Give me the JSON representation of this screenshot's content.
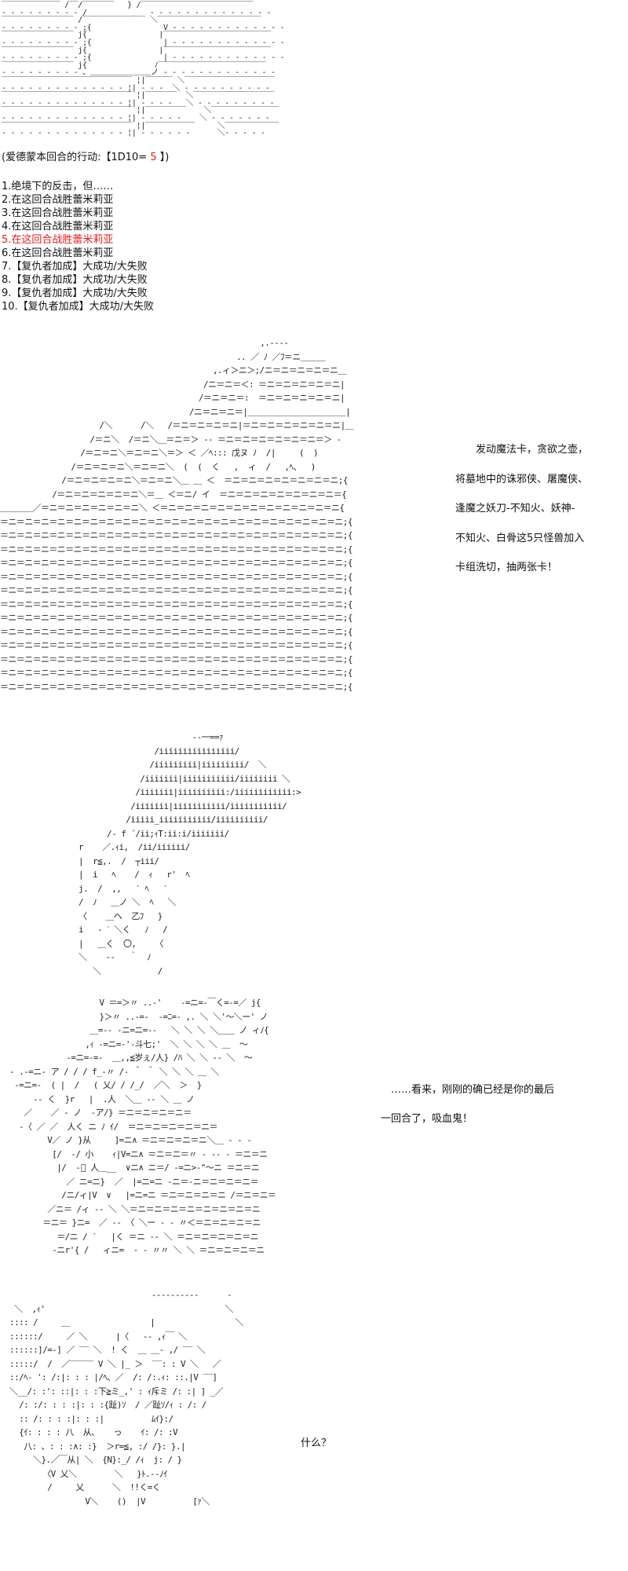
{
  "roll": {
    "title_prefix": "(爱德蒙本回合的行动:【1D10= ",
    "title_value": "5",
    "title_suffix": " 】)",
    "accent_color": "#e02020",
    "options": [
      "1.绝境下的反击，但……",
      "2.在这回合战胜蕾米莉亚",
      "3.在这回合战胜蕾米莉亚",
      "4.在这回合战胜蕾米莉亚",
      "5.在这回合战胜蕾米莉亚",
      "6.在这回合战胜蕾米莉亚",
      "7.【复仇者加成】大成功/大失败",
      "8.【复仇者加成】大成功/大失败",
      "9.【复仇者加成】大成功/大失败",
      "10.【复仇者加成】大成功/大失败"
    ],
    "highlighted_index": 4
  },
  "narration_1": [
    "　　发动魔法卡，贪欲之壶，",
    "将墓地中的诛邪侠、屠魔侠、",
    "逢魔之妖刀-不知火、妖神-",
    "不知火、白骨这5只怪兽加入",
    "卡组洗切，抽两张卡！"
  ],
  "narration_2": [
    "　……看来，刚刚的确已经是你的最后",
    "一回合了，吸血鬼！"
  ],
  "narration_3": "什么？",
  "art": {
    "scene_1": [
      "‾‾‾‾‾‾‾‾‾‾‾‾‾ /‾‾/‾‾‾‾‾‾‾   } /‾‾‾‾‾‾‾‾‾‾‾‾‾‾‾‾‾‾‾‾‾‾‾‾‾",
      "‐ ‐ ‐ ‐ ‐ ‐ ‐ ‐ ‐ /              ‐ ‐ ‐ ‐ ‐ ‐ ‐ ‐ ‐ ‐ ‐ ‐ ‐ ‐",
      "‾‾‾‾‾‾‾‾‾‾‾‾‾‾‾‾ /‾‾‾‾‾‾‾‾‾‾‾‾‾‾ ＼‾‾‾‾‾‾‾‾‾‾‾‾‾‾‾‾‾‾‾‾‾‾‾",
      "‐ ‐ ‐ ‐ ‐ ‐ ‐ ‐ ‐ ;{                V ‐ ‐ ‐ ‐ ‐ ‐ ‐ ‐ ‐ ‐ ‐ ‐ ‐",
      "‾‾‾‾‾‾‾‾‾‾‾‾‾‾‾‾ j{                |‾‾‾‾‾‾‾‾‾‾‾‾‾‾‾‾‾‾‾‾‾‾‾‾",
      "‐ ‐ ‐ ‐ ‐ ‐ ‐ ‐ ‐ ;{                | ‐ ‐ ‐ ‐ ‐ ‐ ‐ ‐ ‐ ‐ ‐ ‐ ‐",
      "‾‾‾‾‾‾‾‾‾‾‾‾‾‾‾‾ j{                |‾‾‾‾‾‾‾‾‾‾‾‾‾‾‾‾‾‾‾‾‾‾‾‾",
      "‐ ‐ ‐ ‐ ‐ ‐ ‐ ‐ ‐ ;{                | ‐ ‐ ‐ ‐ ‐ ‐ ‐ ‐ ‐ ‐ ‐ ‐ ‐",
      "‾‾‾‾‾‾‾‾‾‾‾‾‾‾‾‾ j{               ﾉ‾‾‾‾‾‾‾‾‾‾‾‾‾‾‾‾‾‾‾‾‾‾‾‾",
      "‐ ‐ ‐ ‐ ‐ ‐ ‐ ‐ ‐ 、＿＿＿＿＿＿＿＿ノ ‐ ‐ ‐ ‐ ‐ ‐ ‐ ‐ ‐ ‐ ‐ ‐ ‐",
      "‾‾‾‾‾‾‾‾‾‾‾‾‾‾‾‾‾‾‾‾‾‾‾‾‾‾‾‾‾ ¦|‾‾‾‾‾‾ ＼‾‾‾‾‾‾‾‾‾‾‾‾‾‾‾‾‾‾‾‾",
      "‐ ‐ ‐ ‐ ‐ ‐ ‐ ‐ ‐ ‐ ‐ ‐ ‐ ‐ ¦| ‐ ‐ ‐  ＼ ‐ ‐ ‐ ‐ ‐ ‐ ‐ ‐ ‐ ‐",
      "‾‾‾‾‾‾‾‾‾‾‾‾‾‾‾‾‾‾‾‾‾‾‾‾‾‾‾‾‾ ¦|‾‾‾‾‾‾‾  ＼‾‾‾‾‾‾‾‾‾‾‾‾‾‾‾‾‾‾",
      "‐ ‐ ‐ ‐ ‐ ‐ ‐ ‐ ‐ ‐ ‐ ‐ ‐ ‐ ¦| ‐ ‐ ‐ ‐   ＼ ‐ ‐ ‐ ‐ ‐ ‐ ‐ ‐ ‐",
      "‾‾‾‾‾‾‾‾‾‾‾‾‾‾‾‾‾‾‾‾‾‾‾‾‾‾‾‾‾ ¦|‾‾‾‾‾‾‾‾‾    ＼‾‾‾‾‾‾‾‾‾‾‾‾‾‾‾",
      "‐ ‐ ‐ ‐ ‐ ‐ ‐ ‐ ‐ ‐ ‐ ‐ ‐ ‐ ¦| ‐ ‐ ‐ ‐ ‐    ＼ ‐ ‐ ‐ ‐ ‐ ‐ ‐",
      "‾‾‾‾‾‾‾‾‾‾‾‾‾‾‾‾‾‾‾‾‾‾‾‾‾‾‾‾‾ ¦|‾‾‾‾‾‾‾‾‾‾‾     ＼‾‾‾‾‾‾‾‾‾‾‾‾",
      "‐ ‐ ‐ ‐ ‐ ‐ ‐ ‐ ‐ ‐ ‐ ‐ ‐ ‐ ¦| ‐ ‐ ‐ ‐ ‐ ‐      ＼‐ ‐ ‐ ‐ ‐"
    ],
    "scene_2": [
      "                                                       ,.‐‐‐‐",
      "                                                  .. ／ ﾉ ／ﾌ＝ニ＿＿＿",
      "                                             ,.ィ＞ニ＞;/ニ＝ニ＝ニ＝ニ＝ニ＿",
      "                                           /ニ＝ニ＝＜: ＝ニ＝ニ＝ニ＝ニ＝ニ|",
      "                                          /＝ニ＝ニ＝:  ＝ニ＝ニ＝ニ＝ニ＝ニ|",
      "                                        /ニ＝ニ＝ニ＝|＿＿＿＿＿＿＿＿＿＿＿＿|",
      "                     /＼      /＼   /＝ニ＝ニ＝ニ＝ニ|＝ニ＝ニ＝ニ＝ニ＝ニ＝ニ|＿",
      "                   /＝ニ＼  /＝ニ＼＿＝ニ＝＞ ‐‐ ＝ニ＝ニ＝ニ＝ニ＝ニ＝ニ＝＞ ‐",
      "                 /＝ニ＝ニ＼＝ニ＝ニ＼＝＞ ＜ ／ﾍ::: 戊ヌ ﾉ  /|     (  )",
      "               /＝ニ＝ニ＝ニ＼＝ニ＝ニ＼  (  (  く   ,  ィ  /   ,ﾍ、  )",
      "             /＝ニ＝ニ＝ニ＝ニ＼＝ニ＝ニ＼＿ ＿ ＜  ＝ニ＝ニ＝ニ＝ニ＝ニ＝ニ＝ニ;{",
      "           /＝ニ＝ニ＝ニ＝ニ＝ニ＼＝＿ ＜＝ニ/ イ  ＝ニ＝ニ＝ニ＝ニ＝ニ＝ニ＝ニ＝{",
      "＿＿＿＿／＝ニ＝ニ＝ニ＝ニ＝ニ＝ニ＼ ＜＝ニ＝ニ＝ニ＝ニ＝ニ＝ニ＝ニ＝ニ＝ニ＝ニ＝ニ{",
      "＝ニ＝ニ＝ニ＝ニ＝ニ＝ニ＝ニ＝ニ＝ニ＝ニ＝ニ＝ニ＝ニ＝ニ＝ニ＝ニ＝ニ＝ニ＝ニ＝ニ＝ニ;{",
      "＝ニ＝ニ＝ニ＝ニ＝ニ＝ニ＝ニ＝ニ＝ニ＝ニ＝ニ＝ニ＝ニ＝ニ＝ニ＝ニ＝ニ＝ニ＝ニ＝ニ＝ニ;{",
      "＝ニ＝ニ＝ニ＝ニ＝ニ＝ニ＝ニ＝ニ＝ニ＝ニ＝ニ＝ニ＝ニ＝ニ＝ニ＝ニ＝ニ＝ニ＝ニ＝ニ＝ニ;{",
      "＝ニ＝ニ＝ニ＝ニ＝ニ＝ニ＝ニ＝ニ＝ニ＝ニ＝ニ＝ニ＝ニ＝ニ＝ニ＝ニ＝ニ＝ニ＝ニ＝ニ＝ニ;{",
      "＝ニ＝ニ＝ニ＝ニ＝ニ＝ニ＝ニ＝ニ＝ニ＝ニ＝ニ＝ニ＝ニ＝ニ＝ニ＝ニ＝ニ＝ニ＝ニ＝ニ＝ニ;{",
      "＝ニ＝ニ＝ニ＝ニ＝ニ＝ニ＝ニ＝ニ＝ニ＝ニ＝ニ＝ニ＝ニ＝ニ＝ニ＝ニ＝ニ＝ニ＝ニ＝ニ＝ニ;{",
      "＝ニ＝ニ＝ニ＝ニ＝ニ＝ニ＝ニ＝ニ＝ニ＝ニ＝ニ＝ニ＝ニ＝ニ＝ニ＝ニ＝ニ＝ニ＝ニ＝ニ＝ニ;{",
      "＝ニ＝ニ＝ニ＝ニ＝ニ＝ニ＝ニ＝ニ＝ニ＝ニ＝ニ＝ニ＝ニ＝ニ＝ニ＝ニ＝ニ＝ニ＝ニ＝ニ＝ニ;{",
      "＝ニ＝ニ＝ニ＝ニ＝ニ＝ニ＝ニ＝ニ＝ニ＝ニ＝ニ＝ニ＝ニ＝ニ＝ニ＝ニ＝ニ＝ニ＝ニ＝ニ＝ニ;{",
      "＝ニ＝ニ＝ニ＝ニ＝ニ＝ニ＝ニ＝ニ＝ニ＝ニ＝ニ＝ニ＝ニ＝ニ＝ニ＝ニ＝ニ＝ニ＝ニ＝ニ＝ニ;{",
      "＝ニ＝ニ＝ニ＝ニ＝ニ＝ニ＝ニ＝ニ＝ニ＝ニ＝ニ＝ニ＝ニ＝ニ＝ニ＝ニ＝ニ＝ニ＝ニ＝ニ＝ニ;{",
      "＝ニ＝ニ＝ニ＝ニ＝ニ＝ニ＝ニ＝ニ＝ニ＝ニ＝ニ＝ニ＝ニ＝ニ＝ニ＝ニ＝ニ＝ニ＝ニ＝ニ＝ニ;{",
      "＝ニ＝ニ＝ニ＝ニ＝ニ＝ニ＝ニ＝ニ＝ニ＝ニ＝ニ＝ニ＝ニ＝ニ＝ニ＝ニ＝ニ＝ニ＝ニ＝ニ＝ニ;{"
    ],
    "scene_3": [
      "                          ‐‐一==ｧ",
      "                  /iiiiiiiiiiiiiiii/",
      "                 /iiiiiiiii|iiiiiiiii/  ＼",
      "               /iiiiiii|iiiiiiiiiii/iiiiiiii ＼",
      "              /iiiiiii|iiiiiiiiii:/iiiiiiiiiiii:>",
      "             /iiiiiii|iiiiiiiiiii/iiiiiiiiiii/",
      "            /iiiii_iiiiiiiiiii/iiiiiiiiii/",
      "        /‐ f ´/ii;ｨT:ii:i/iiiiiii/",
      "  r    ／.ｨi,  /ii/iiiiii/",
      "  |  r≦,.  /  ┬iii/",
      "  |  i   ﾍ    /  ｨ   r'  ﾍ",
      "  j.  /  ,,   ′ ﾍ   ′",
      "  /  ﾉ   ＿ノ ＼  ﾍ   ＼",
      "  〈    ＿へ  乙ﾌ   }",
      "  i   ‐ ˊ ＼く   ﾉ   /",
      "  |   ＿く  〇,    〈",
      "  ＼    ‐‐   ｀  ﾉ",
      "     ＼            /"
    ],
    "scene_4": [
      "                     V ＝=＞〃 ..‐'    ‐=ニ=‐￣く=‐=／ j{",
      "                     }＞〃 ..‐=‐  ‐=ﾆ=‐ ,. ＼ ＼'〜＼ー' ノ",
      "                   ＿=‐‐ -ニ=ニ=‐‐   ＼ ＼ ＼ ＼＿＿ ノ ィﾉ{",
      "                  ,ｨ ‐=ニ=‐'‐斗七;'  ＼ ＼ ＼ ＼ ＿  〜",
      "              ‐=ニ=‐=‐  ＿,,≦岁ぇ/人} /ﾊ ＼ ＼ ‐‐ ＼  〜",
      "  ‐ .‐=ニ‐ ア / / / f_‐〃 /‐ ＾ ＾ ＼ ＼ ＼ ＿ ＼",
      "   ‐=ニ=‐  ( |  /   ( 乂/ / /_/  ／＼  ＞  }",
      "       ‐‐ く  }r   |  .人  ＼＿ ‐‐ ＼ ＿ ノ",
      "     ／    ／ ‐ ノ  ‐ア/} ＝ニ＝ニ＝ニ＝ニ＝",
      "    ‐〈 ／ ／  人く ニ ﾉ ｲ/  ＝ニ＝ニ＝ニ＝ニ＝ニ＝",
      "          V／ ノ }从     ]=ニ∧ ＝ニ＝ニ＝ニ＝ニ＼＿ ‐ ‐ ‐",
      "           [/  ‐/ 小    ｨ|V=ニ∧ ＝ニ＝ニ＝〃 ‐ ‐‐ ‐ ＝ニ＝ニ",
      "            |/  ‐ﾞ 人＿__  ∨ニ∧ ニ＝/ ‐=ニ>‐\"〜ニ ＝ニ＝ニ",
      "              ／ ニ=ニ}  ／  |=ニ=ニ ‐ニ＝‐ニ＝ニ＝ニ＝ニ＝",
      "             /ニ/ィ|V  ∨   |=ニ=ニ ＝ニ＝ニ＝ニ＝ニ /＝ニ＝ニ＝",
      "          ／ニ＝ /ィ ‐‐ ＼ ＼＝ニ＝ニ＝ニ＝ニ＝ニ＝ニ＝ニ＝ニ",
      "         ＝ニ＝ }ニ=  ／ ‐‐ 〈 ＼ー ‐ ‐ 〃＜＝ニ＝ニ＝ニ＝ニ",
      "            ＝/ニ / ′   |く ＝ニ ‐‐ ＼ ＝ニ＝ニ＝ニ＝ニ＝ニ",
      "           ‐ニr'{ /   ィニ=  ‐ ‐ 〃〃 ＼ ＼ ＝ニ＝ニ＝ニ＝ニ"
    ],
    "scene_5": [
      "                                ‐‐‐‐‐‐‐‐‐‐      ‐",
      "   ＼  ,ｨ'                                      ＼",
      "  :::: /     ＿                 |                 ＼",
      "  ::::::/     ／ ＼      |〈   ‐‐ ,ｨ￣ ＼",
      "  ::::::]/=‐] ／ ‾‾ ＼  ! く  ＿ ＿‐ ,/ ‾‾ ＼",
      "  :::::/  /  ／‾‾‾‾‾ V ＼ |_ ＞  ‾‾: : V ＼   ／",
      "  ::/ﾍ‐ ': /:|: : : |/ﾍ、／  /: /:.ｨ: ::.|V ‾‾]",
      "  ＼__/: :': ::|: : :下≧ミ_,' : ｨ斥ミ /: :| ] _／",
      "    /: :/: : : :|: : :{趾)ｿ  / ／趾ｿ/ｨ : /: /",
      "    :: /: : : :|: : :|          ﾑｲ}:/",
      "    {ｲ: : : : 八  从、   っ    ｲ: /: :V",
      "     八: 、: : :∧: :}  ＞r=≦, :/ /}: }.|",
      "       ＼}.／￣从| ＼  {N}:_/ /ｨ  j: / }",
      "         〈V 乂＼        ＼   }ﾄ.‐‐ﾉｲ",
      "          /     乂      ＼  !!く=く",
      "                  V＼    ()  |V          [ｧ＼"
    ]
  }
}
